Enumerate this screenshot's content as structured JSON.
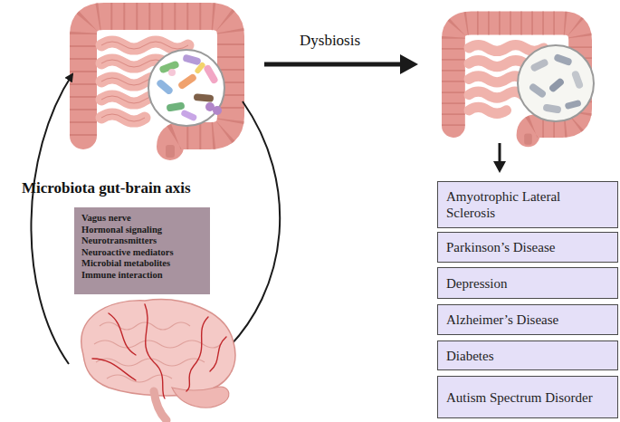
{
  "diagram": {
    "nodes": [
      {
        "text": [
          "Vagus nerve",
          "Hormonal signaling",
          "Neurotransmitters",
          "Neuroactive mediators",
          "Microbial metabolites",
          "Immune interaction"
        ]
      },
      {
        "text": [
          "Amyotrophic Lateral Sclerosis"
        ]
      },
      {
        "text": [
          "Parkinson’s Disease"
        ]
      },
      {
        "text": [
          "Depression"
        ]
      },
      {
        "text": [
          "Alzheimer’s Disease"
        ]
      },
      {
        "text": [
          "Diabetes"
        ]
      },
      {
        "text": [
          "Autism Spectrum Disorder"
        ]
      }
    ],
    "labels": [
      "Dysbiosis",
      "Microbiota gut-brain axis"
    ]
  }
}
